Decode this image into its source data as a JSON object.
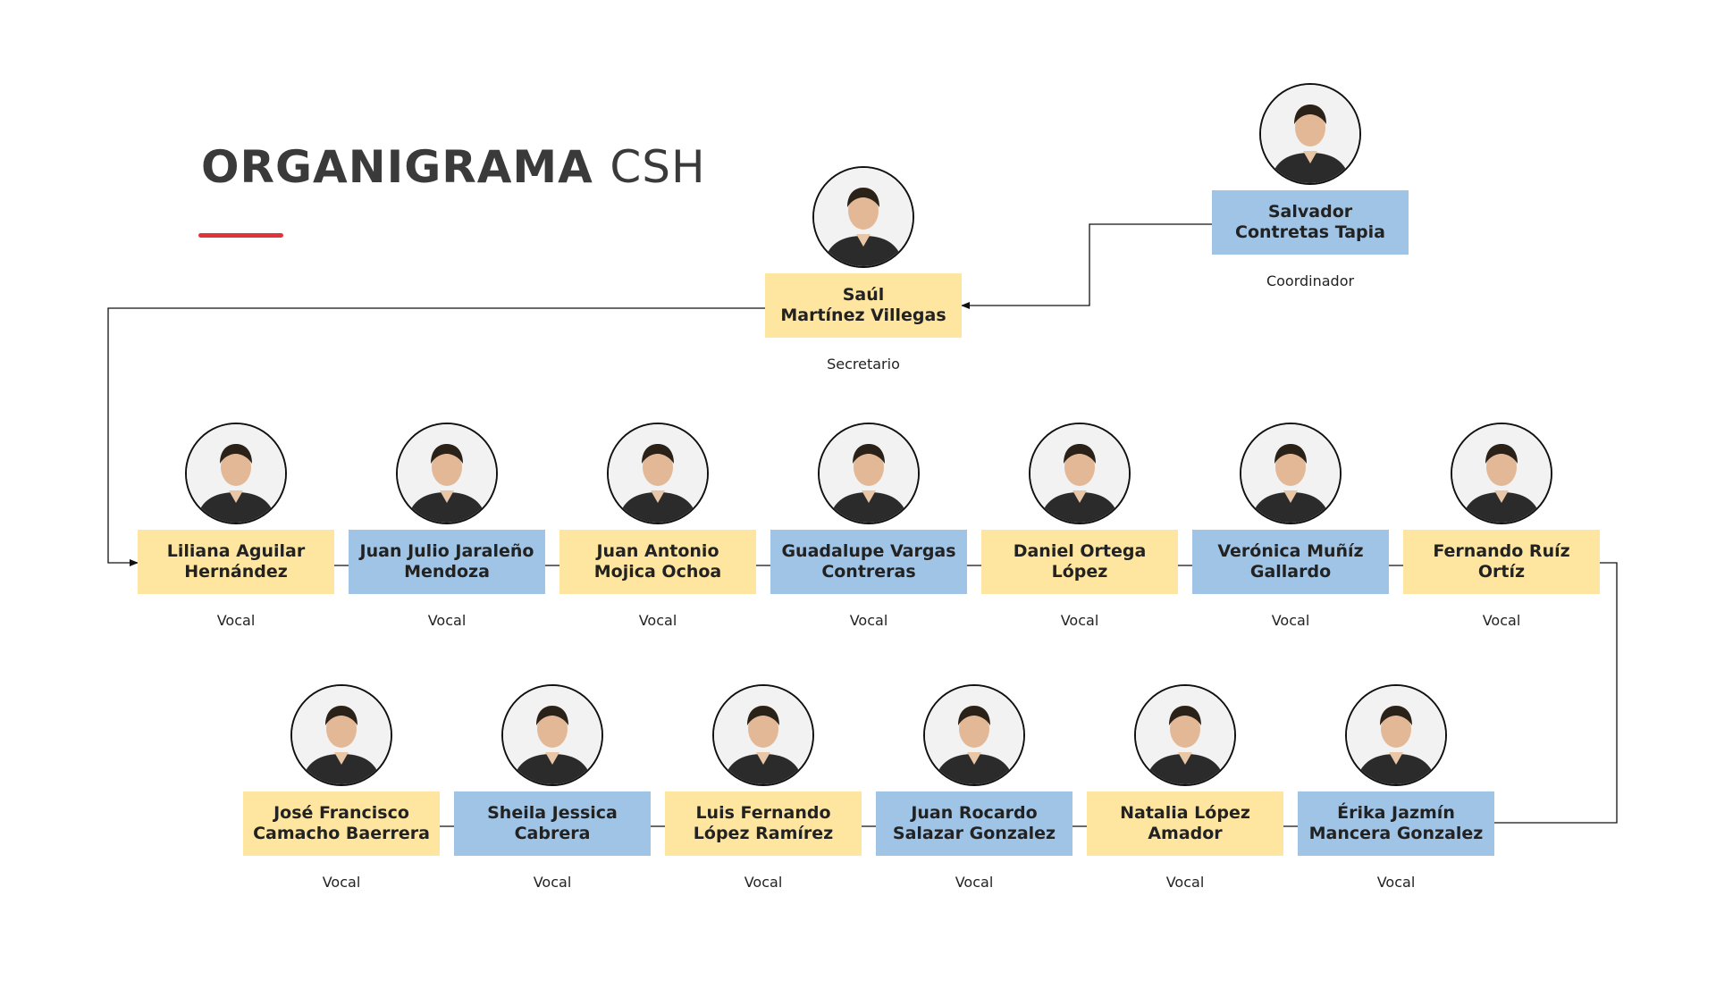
{
  "title": {
    "bold": "ORGANIGRAMA",
    "light": "CSH"
  },
  "colors": {
    "accent": "#e0343a",
    "yellow_box": "#ffe6a0",
    "blue_box": "#a0c4e6",
    "connector": "#111111"
  },
  "avatar_icon": "person-photo-icon",
  "coordinator": {
    "line1": "Salvador",
    "line2": "Contretas Tapia",
    "role": "Coordinador",
    "color": "blue"
  },
  "secretary": {
    "line1": "Saúl",
    "line2": "Martínez Villegas",
    "role": "Secretario",
    "color": "yellow"
  },
  "row1": [
    {
      "line1": "Liliana Aguilar",
      "line2": "Hernández",
      "role": "Vocal",
      "color": "yellow"
    },
    {
      "line1": "Juan Julio Jaraleño",
      "line2": "Mendoza",
      "role": "Vocal",
      "color": "blue"
    },
    {
      "line1": "Juan Antonio",
      "line2": "Mojica Ochoa",
      "role": "Vocal",
      "color": "yellow"
    },
    {
      "line1": "Guadalupe Vargas",
      "line2": "Contreras",
      "role": "Vocal",
      "color": "blue"
    },
    {
      "line1": "Daniel Ortega",
      "line2": "López",
      "role": "Vocal",
      "color": "yellow"
    },
    {
      "line1": "Verónica Muñíz",
      "line2": "Gallardo",
      "role": "Vocal",
      "color": "blue"
    },
    {
      "line1": "Fernando Ruíz",
      "line2": "Ortíz",
      "role": "Vocal",
      "color": "yellow"
    }
  ],
  "row2": [
    {
      "line1": "José Francisco",
      "line2": "Camacho Baerrera",
      "role": "Vocal",
      "color": "yellow"
    },
    {
      "line1": "Sheila Jessica",
      "line2": "Cabrera",
      "role": "Vocal",
      "color": "blue"
    },
    {
      "line1": "Luis Fernando",
      "line2": "López Ramírez",
      "role": "Vocal",
      "color": "yellow"
    },
    {
      "line1": "Juan Rocardo",
      "line2": "Salazar Gonzalez",
      "role": "Vocal",
      "color": "blue"
    },
    {
      "line1": "Natalia López",
      "line2": "Amador",
      "role": "Vocal",
      "color": "yellow"
    },
    {
      "line1": "Érika Jazmín",
      "line2": "Mancera Gonzalez",
      "role": "Vocal",
      "color": "blue"
    }
  ]
}
